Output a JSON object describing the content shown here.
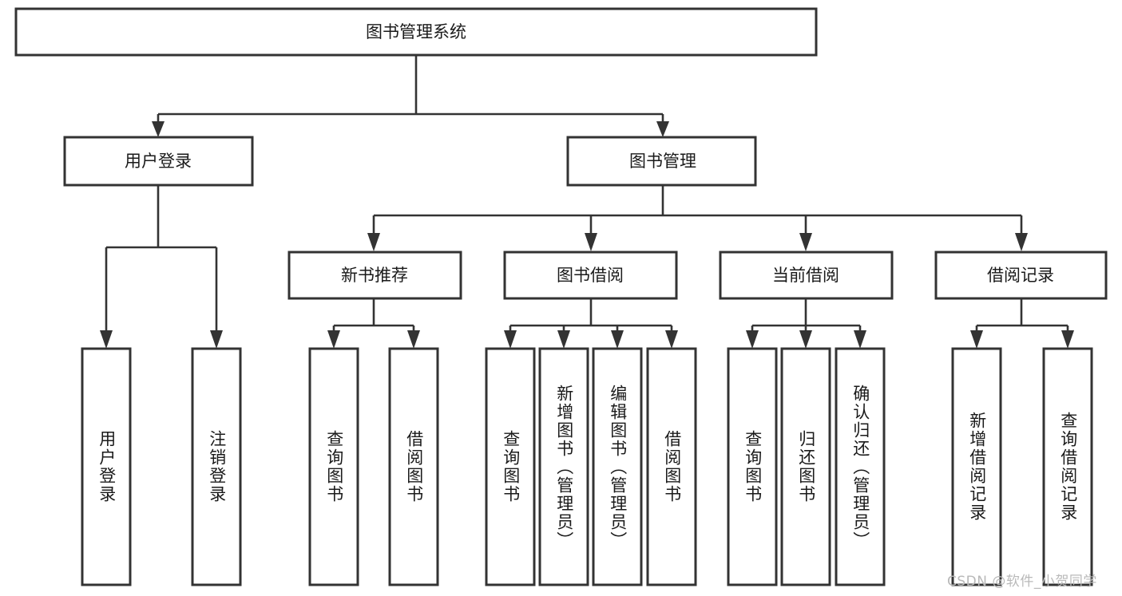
{
  "diagram": {
    "type": "tree-hierarchy",
    "title": "图书管理系统",
    "root": {
      "id": "root",
      "label": "图书管理系统"
    },
    "level2": [
      {
        "id": "user-login",
        "label": "用户登录"
      },
      {
        "id": "book-manage",
        "label": "图书管理"
      }
    ],
    "level3": [
      {
        "id": "new-book-recommend",
        "label": "新书推荐",
        "parent": "book-manage"
      },
      {
        "id": "book-borrow",
        "label": "图书借阅",
        "parent": "book-manage"
      },
      {
        "id": "current-borrow",
        "label": "当前借阅",
        "parent": "book-manage"
      },
      {
        "id": "borrow-record",
        "label": "借阅记录",
        "parent": "book-manage"
      }
    ],
    "leaves": [
      {
        "id": "leaf-user-login",
        "label": "用户登录",
        "parent": "user-login"
      },
      {
        "id": "leaf-user-logout",
        "label": "注销登录",
        "parent": "user-login"
      },
      {
        "id": "leaf-query-book-1",
        "label": "查询图书",
        "parent": "new-book-recommend"
      },
      {
        "id": "leaf-borrow-book-1",
        "label": "借阅图书",
        "parent": "new-book-recommend"
      },
      {
        "id": "leaf-query-book-2",
        "label": "查询图书",
        "parent": "book-borrow"
      },
      {
        "id": "leaf-add-book",
        "label": "新增图书（管理员）",
        "parent": "book-borrow"
      },
      {
        "id": "leaf-edit-book",
        "label": "编辑图书（管理员）",
        "parent": "book-borrow"
      },
      {
        "id": "leaf-borrow-book-2",
        "label": "借阅图书",
        "parent": "book-borrow"
      },
      {
        "id": "leaf-query-book-3",
        "label": "查询图书",
        "parent": "current-borrow"
      },
      {
        "id": "leaf-return-book",
        "label": "归还图书",
        "parent": "current-borrow"
      },
      {
        "id": "leaf-confirm-return",
        "label": "确认归还（管理员）",
        "parent": "current-borrow"
      },
      {
        "id": "leaf-add-record",
        "label": "新增借阅记录",
        "parent": "borrow-record"
      },
      {
        "id": "leaf-query-record",
        "label": "查询借阅记录",
        "parent": "borrow-record"
      }
    ],
    "watermark": "CSDN @软件_小贺同学",
    "colors": {
      "stroke": "#333333",
      "fill": "#ffffff",
      "text": "#1a1a1a",
      "watermark": "#b9b9b9"
    }
  }
}
